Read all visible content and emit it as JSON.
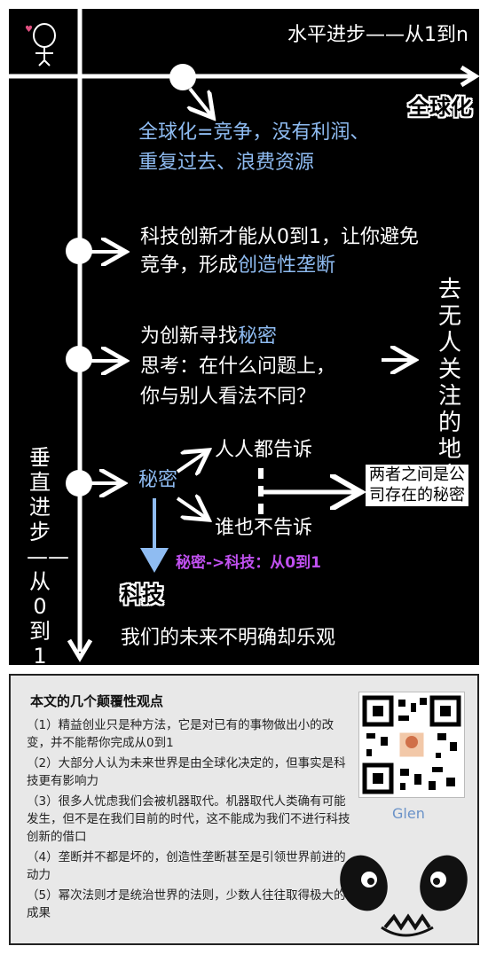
{
  "diagram": {
    "horizontal_title": "水平进步——从1到n",
    "globalization_label": "全球化",
    "globalization_note_1": "全球化=竞争，没有利润、",
    "globalization_note_2": "重复过去、浪费资源",
    "innovation_1": "科技创新才能从0到1，让你避免",
    "innovation_2a": "竞争，形成",
    "innovation_2b": "创造性垄断",
    "secret_1a": "为创新寻找",
    "secret_1b": "秘密",
    "secret_2": "思考：在什么问题上，",
    "secret_3": "你与别人看法不同？",
    "go_where": "去无人关注的地方",
    "secret_word": "秘密",
    "everyone_tells": "人人都告诉",
    "nobody_tells": "谁也不告诉",
    "between_1": "两者之间是公",
    "between_2": "司存在的秘密",
    "secret_to_tech": "秘密->科技：从0到1",
    "tech_label": "科技",
    "vertical_title": "垂直进步——从0到1",
    "future": "我们的未来不明确却乐观"
  },
  "panel": {
    "title": "本文的几个颠覆性观点",
    "points": [
      "（1）精益创业只是种方法，它是对已有的事物做出小的改变，并不能帮你完成从0到1",
      "（2）大部分人认为未来世界是由全球化决定的，但事实是科技更有影响力",
      "（3）很多人忧虑我们会被机器取代。机器取代人类确有可能发生，但不是在我们目前的时代，这不能成为我们不进行科技创新的借口",
      "（4）垄断并不都是坏的，创造性垄断甚至是引领世界前进的动力",
      "（5）幂次法则才是统治世界的法则，少数人往往取得极大的成果"
    ],
    "author": "Glen"
  },
  "colors": {
    "background": "#000000",
    "highlight_blue": "#8fbcf2",
    "highlight_purple": "#c050f0",
    "panel_bg": "#e8e8e8"
  }
}
